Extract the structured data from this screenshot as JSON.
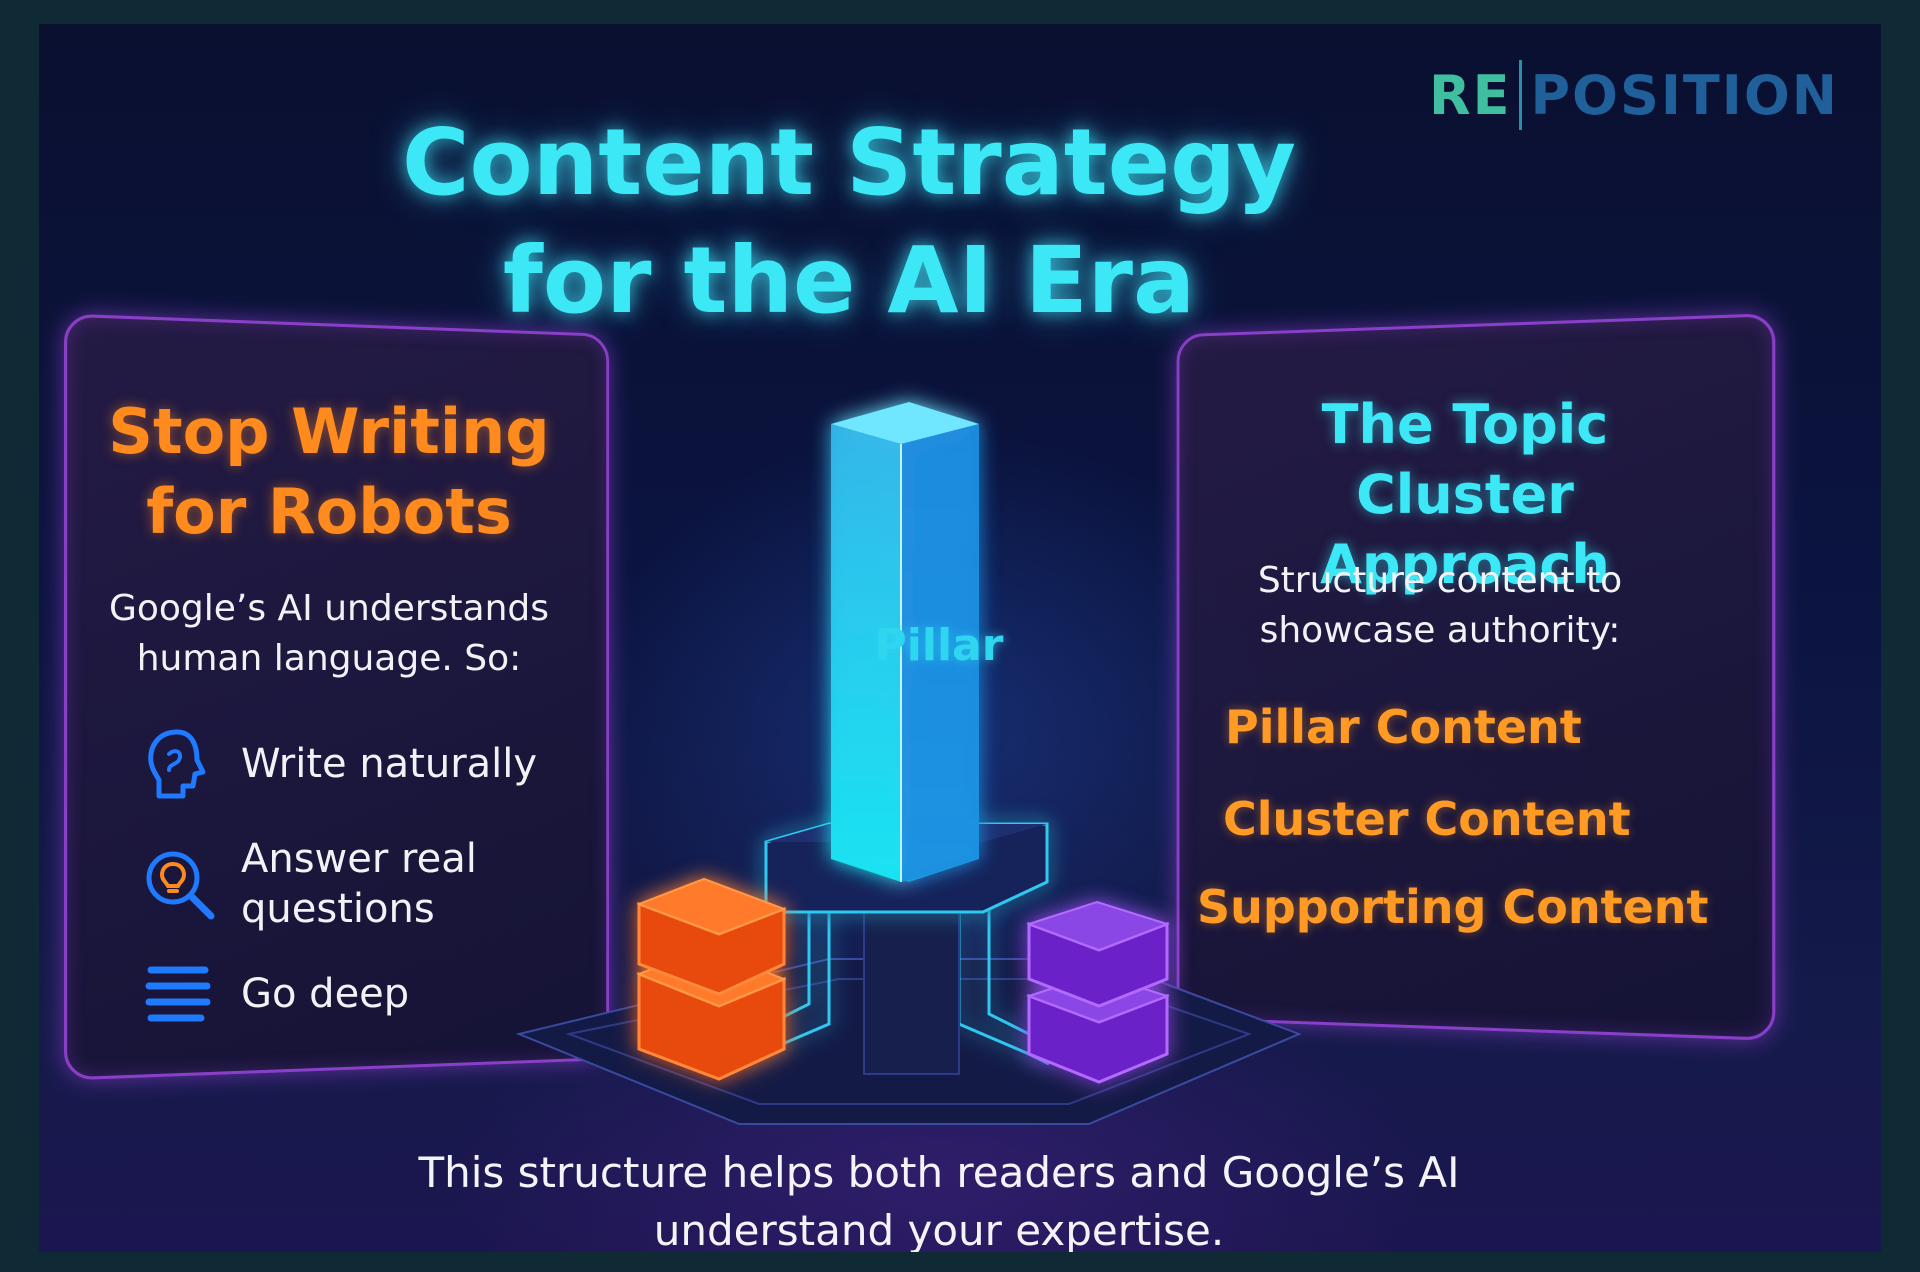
{
  "logo": {
    "left": "RE",
    "right": "POSITION"
  },
  "title": {
    "line1": "Content Strategy",
    "line2": "for the AI Era"
  },
  "left_panel": {
    "heading_line1": "Stop Writing",
    "heading_line2": "for Robots",
    "intro_line1": "Google’s AI understands",
    "intro_line2": "human language. So:",
    "items": [
      {
        "icon": "head-profile-icon",
        "label_line1": "Write naturally",
        "label_line2": ""
      },
      {
        "icon": "magnifier-lightbulb-icon",
        "label_line1": "Answer real",
        "label_line2": "questions"
      },
      {
        "icon": "lines-icon",
        "label_line1": "Go deep",
        "label_line2": ""
      }
    ]
  },
  "diagram": {
    "pillar_label": "Pillar"
  },
  "right_panel": {
    "heading_line1": "The Topic Cluster",
    "heading_line2": "Approach",
    "intro_line1": "Structure content to",
    "intro_line2": "showcase authority:",
    "items": [
      "Pillar Content",
      "Cluster Content",
      "Supporting Content"
    ]
  },
  "footer": {
    "line1": "This structure helps both readers and Google’s AI",
    "line2": "understand your expertise."
  },
  "colors": {
    "title_cyan": "#3de8f6",
    "accent_orange": "#ff8a1e",
    "panel_border_purple": "#8a3fc8",
    "icon_blue": "#1f7aff",
    "block_orange": "#ff5a10",
    "block_purple": "#8a2be8"
  }
}
